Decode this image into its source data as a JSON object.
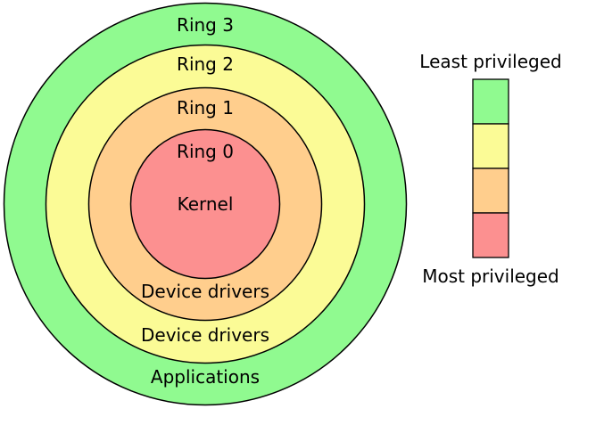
{
  "diagram": {
    "rings": [
      {
        "ring_label": "Ring 3",
        "role_label": "Applications",
        "color": "#90fa90"
      },
      {
        "ring_label": "Ring 2",
        "role_label": "Device drivers",
        "color": "#fbfb96"
      },
      {
        "ring_label": "Ring 1",
        "role_label": "Device drivers",
        "color": "#ffce8d"
      },
      {
        "ring_label": "Ring 0",
        "role_label": "Kernel",
        "color": "#fc9090"
      }
    ]
  },
  "legend": {
    "title_top": "Least privileged",
    "title_bottom": "Most privileged",
    "swatch_colors": [
      "#90fa90",
      "#fbfb96",
      "#ffce8d",
      "#fc9090"
    ],
    "border_color": "#000000"
  }
}
